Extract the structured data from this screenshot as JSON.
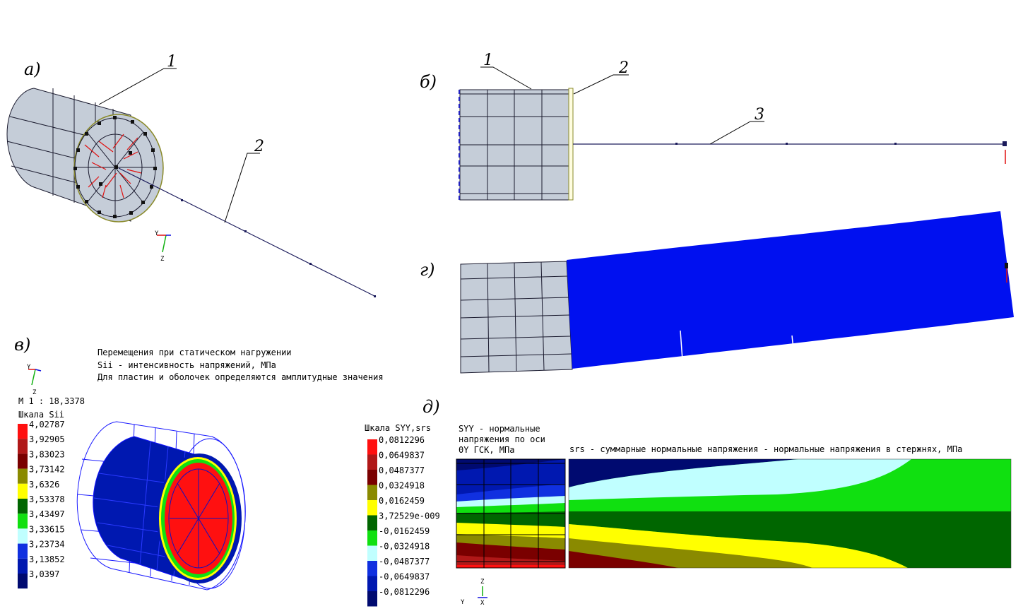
{
  "panels": {
    "a": {
      "label": "а)",
      "callout_1": "1",
      "callout_2": "2"
    },
    "b": {
      "label": "б)",
      "callout_1": "1",
      "callout_2": "2",
      "callout_3": "3"
    },
    "v": {
      "label": "в)",
      "header_lines": [
        "Перемещения при статическом нагружении",
        "Sii - интенсивность напряжений, МПа",
        "Для пластин и оболочек определяются амплитудные значения"
      ],
      "scale_factor": "М 1 : 18,3378",
      "legend_title": "Шкала Sii",
      "legend_values": [
        "4,02787",
        "3,92905",
        "3,83023",
        "3,73142",
        "3,6326",
        "3,53378",
        "3,43497",
        "3,33615",
        "3,23734",
        "3,13852",
        "3,0397"
      ],
      "legend_colors": [
        "#ff1010",
        "#b01818",
        "#7a0000",
        "#8a8a00",
        "#ffff00",
        "#006600",
        "#10e010",
        "#c0ffff",
        "#1030e0",
        "#0018b0",
        "#000a70"
      ]
    },
    "g": {
      "label": "г)"
    },
    "d": {
      "label": "д)",
      "legend_title": "Шкала SYY,srs",
      "legend_values": [
        "0,0812296",
        "0,0649837",
        "0,0487377",
        "0,0324918",
        "0,0162459",
        "3,72529e-009",
        "-0,0162459",
        "-0,0324918",
        "-0,0487377",
        "-0,0649837",
        "-0,0812296"
      ],
      "legend_colors": [
        "#ff1010",
        "#b01818",
        "#7a0000",
        "#8a8a00",
        "#ffff00",
        "#006600",
        "#10e010",
        "#c0ffff",
        "#1030e0",
        "#0018b0",
        "#000a70"
      ],
      "syy_caption": [
        "SYY - нормальные",
        "напряжения по оси",
        "0Y  ГСК, МПа"
      ],
      "srs_caption": "srs - суммарные нормальные напряжения - нормальные напряжения в стержнях, МПа"
    }
  },
  "axes": {
    "y": "Y",
    "z": "Z",
    "x": "X"
  }
}
